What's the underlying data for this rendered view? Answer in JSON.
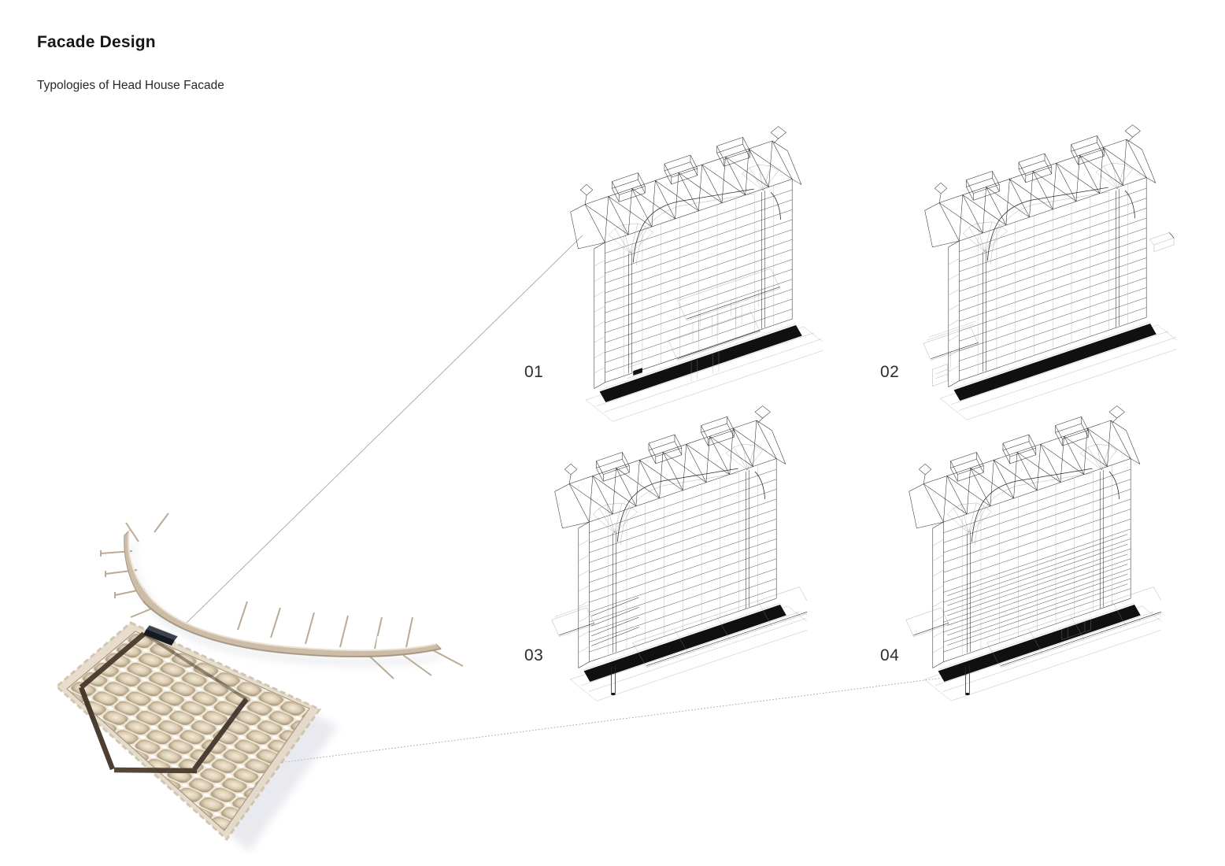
{
  "header": {
    "title": "Facade Design",
    "subtitle": "Typologies of Head House Facade"
  },
  "typologies": [
    {
      "label": "01"
    },
    {
      "label": "02"
    },
    {
      "label": "03"
    },
    {
      "label": "04"
    }
  ],
  "palette": {
    "canopy_beige": "#cdbda6",
    "canopy_edge": "#a39582",
    "pillow_beige": "#d9cab2",
    "fringe_beige": "#e4d8c4",
    "dark_band": "#453527",
    "entrance_box_front": "#151a22",
    "entrance_box_top": "#39414d",
    "drawing_line": "#2b2b2b",
    "base_black": "#101010",
    "leader_line": "#9a9a9a",
    "roof_strip_gray": "#dcdcdc"
  }
}
